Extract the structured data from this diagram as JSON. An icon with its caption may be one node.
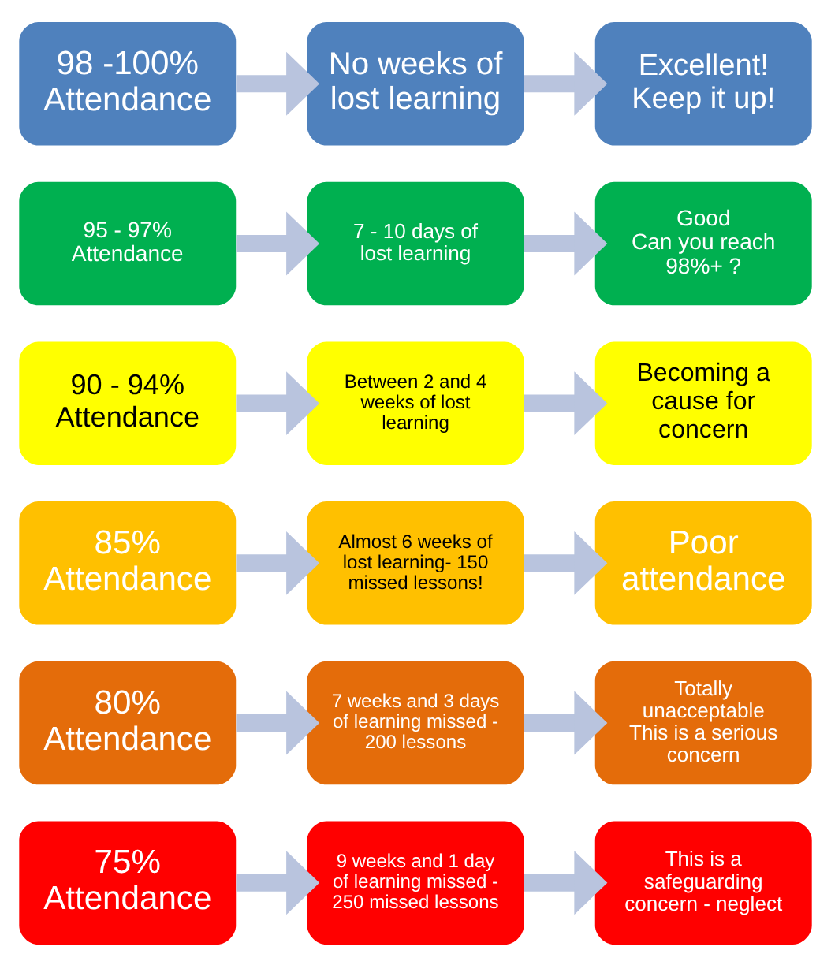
{
  "diagram": {
    "nodes": [
      {
        "text": [
          "98 -100% Attendance"
        ]
      },
      {
        "text": [
          "No weeks of lost learning"
        ]
      },
      {
        "text": [
          "Excellent!",
          "Keep it up!"
        ]
      },
      {
        "text": [
          "95 - 97% Attendance"
        ]
      },
      {
        "text": [
          "7 - 10 days of lost learning"
        ]
      },
      {
        "text": [
          "Good",
          "Can you reach 98%+ ?"
        ]
      },
      {
        "text": [
          "90 - 94% Attendance"
        ]
      },
      {
        "text": [
          "Between 2 and 4 weeks of lost learning"
        ]
      },
      {
        "text": [
          "Becoming a cause for concern"
        ]
      },
      {
        "text": [
          "85% Attendance"
        ]
      },
      {
        "text": [
          "Almost 6 weeks of lost learning- 150 missed lessons!"
        ]
      },
      {
        "text": [
          "Poor attendance"
        ]
      },
      {
        "text": [
          "80% Attendance"
        ]
      },
      {
        "text": [
          "7 weeks and 3 days of learning missed - 200 lessons"
        ]
      },
      {
        "text": [
          "Totally unacceptable",
          "This is a serious concern"
        ]
      },
      {
        "text": [
          "75% Attendance"
        ]
      },
      {
        "text": [
          "9 weeks and 1 day of learning missed - 250 missed lessons"
        ]
      },
      {
        "text": [
          "This is a safeguarding concern - neglect"
        ]
      }
    ],
    "edges": [
      {
        "from": 0,
        "to": 1,
        "arrow": "to"
      },
      {
        "from": 1,
        "to": 2,
        "arrow": "to"
      },
      {
        "from": 3,
        "to": 4,
        "arrow": "to"
      },
      {
        "from": 4,
        "to": 5,
        "arrow": "to"
      },
      {
        "from": 6,
        "to": 7,
        "arrow": "to"
      },
      {
        "from": 7,
        "to": 8,
        "arrow": "to"
      },
      {
        "from": 9,
        "to": 10,
        "arrow": "to"
      },
      {
        "from": 10,
        "to": 11,
        "arrow": "to"
      },
      {
        "from": 12,
        "to": 13,
        "arrow": "to"
      },
      {
        "from": 13,
        "to": 14,
        "arrow": "to"
      },
      {
        "from": 15,
        "to": 16,
        "arrow": "to"
      },
      {
        "from": 16,
        "to": 17,
        "arrow": "to"
      }
    ]
  }
}
